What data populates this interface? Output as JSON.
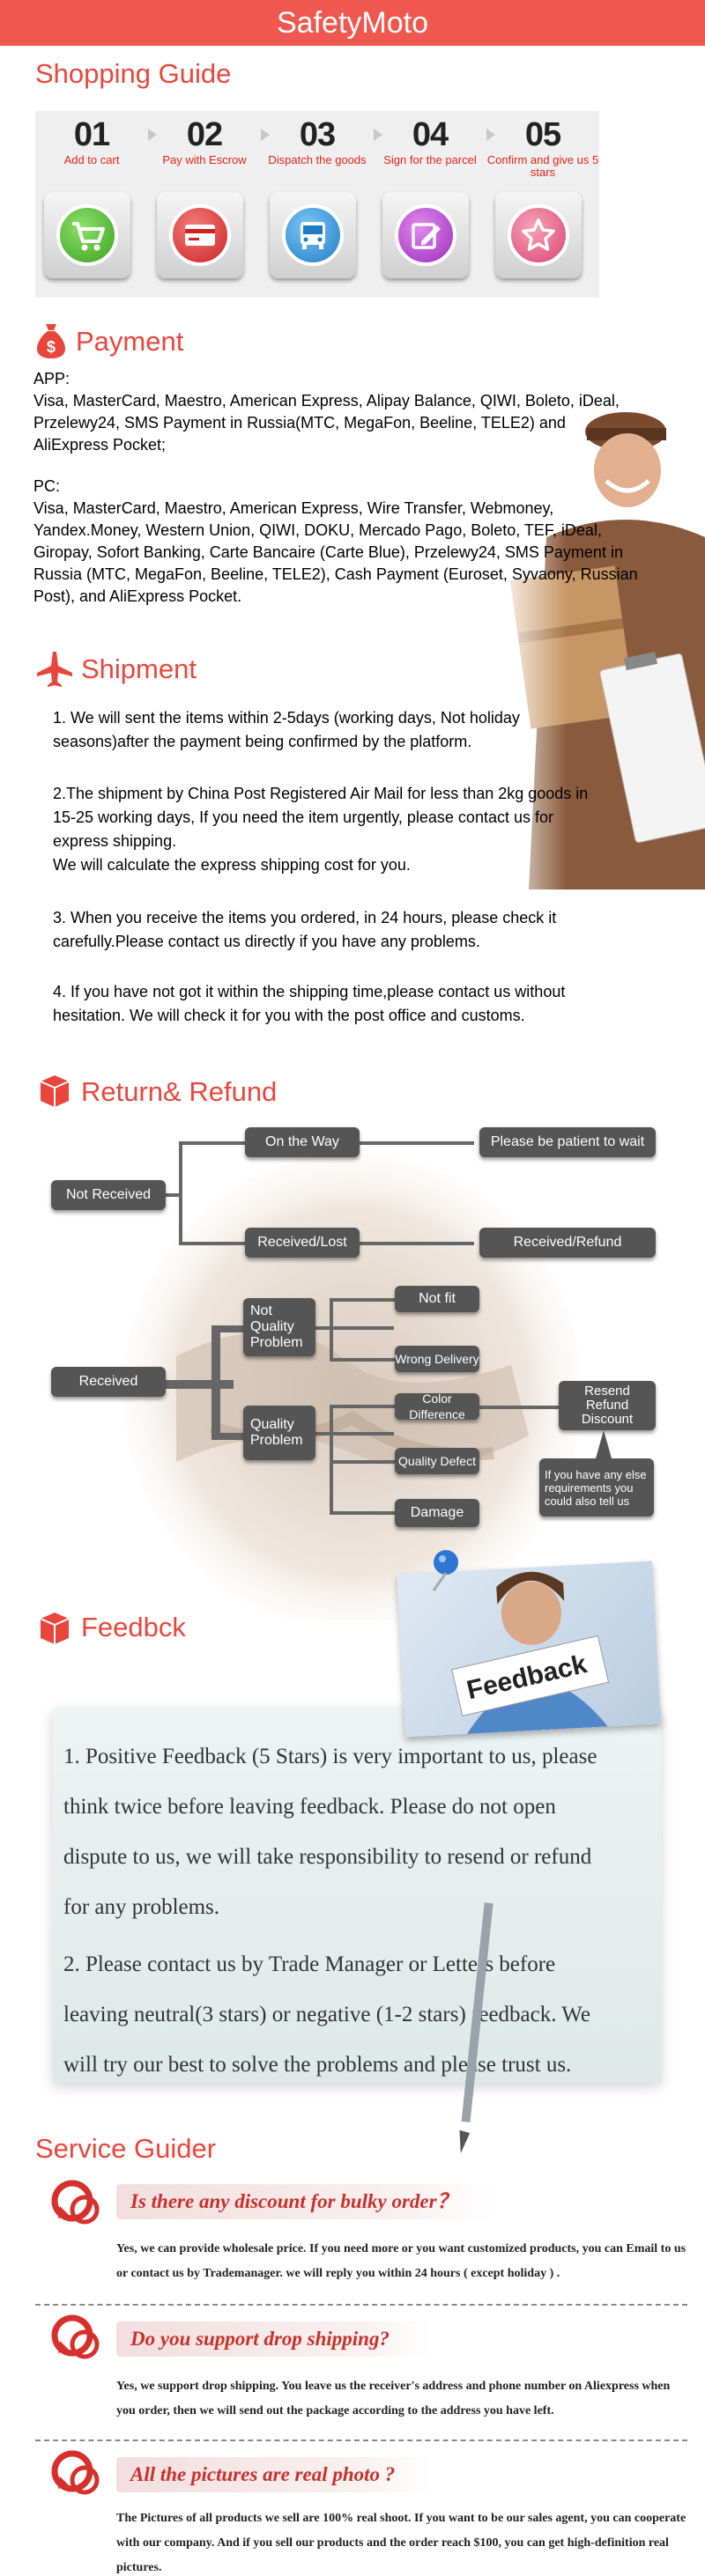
{
  "header": {
    "title": "SafetyMoto"
  },
  "shopping_guide": {
    "title": "Shopping Guide",
    "steps": [
      {
        "num": "01",
        "label": "Add to cart"
      },
      {
        "num": "02",
        "label": "Pay with Escrow"
      },
      {
        "num": "03",
        "label": "Dispatch the goods"
      },
      {
        "num": "04",
        "label": "Sign for the parcel"
      },
      {
        "num": "05",
        "label": "Confirm and give us 5 stars"
      }
    ],
    "icons": [
      "cart-icon",
      "card-icon",
      "bus-icon",
      "sign-icon",
      "star-icon"
    ],
    "colors": [
      "#5fbf3a",
      "#e84a4a",
      "#3ba3df",
      "#c44fd8",
      "#f06a8c"
    ]
  },
  "payment": {
    "title": "Payment",
    "app_label": "APP:",
    "app_text": "Visa, MasterCard, Maestro, American Express, Alipay Balance, QIWI, Boleto, iDeal, Przelewy24, SMS Payment in Russia(MTC, MegaFon, Beeline, TELE2) and AliExpress Pocket;",
    "pc_label": "PC:",
    "pc_text": "Visa, MasterCard, Maestro, American Express, Wire Transfer, Webmoney, Yandex.Money, Western Union, QIWI, DOKU, Mercado Pago, Boleto, TEF, iDeal, Giropay, Sofort Banking, Carte Bancaire (Carte Blue), Przelewy24, SMS Payment in Russia (MTC, MegaFon, Beeline, TELE2), Cash Payment (Euroset, Syvaony, Russian Post), and AliExpress Pocket."
  },
  "shipment": {
    "title": "Shipment",
    "p1": "1. We will sent the items within 2-5days (working days, Not holiday seasons)after the payment being confirmed by the platform.",
    "p2": "2.The shipment by China Post Registered Air Mail for less than  2kg goods in 15-25 working days, If  you need the item urgently, please contact us for express shipping.",
    "p2b": "We will calculate the express shipping cost for you.",
    "p3": "3. When you receive the items you ordered, in 24 hours, please check  it carefully.Please contact us directly if you have any problems.",
    "p4": "4. If you have not got it within the shipping time,please contact us without hesitation. We will check it for you with the post office and customs."
  },
  "refund": {
    "title": "Return& Refund",
    "not_received": "Not Received",
    "on_the_way": "On the Way",
    "be_patient": "Please be patient to wait",
    "received_lost": "Received/Lost",
    "received_refund": "Received/Refund",
    "received": "Received",
    "not_quality": "Not Quality Problem",
    "quality": "Quality Problem",
    "not_fit": "Not fit",
    "wrong_delivery": "Wrong Delivery",
    "color_difference": "Color Difference",
    "quality_defect": "Quality Defect",
    "damage": "Damage",
    "resend": "Resend Refund Discount",
    "else_req": "If you have any else requirements you could also tell us"
  },
  "feedback": {
    "title": "Feedbck",
    "sign": "Feedback",
    "p1": "1. Positive Feedback (5 Stars) is very important to us, please think twice before leaving feedback. Please do not open dispute to us,   we will take responsibility to resend or refund for any problems.",
    "p2": "2. Please contact us by Trade Manager or Letters before leaving neutral(3 stars) or negative (1-2 stars) feedback. We will try our best to solve the problems and please trust us."
  },
  "service": {
    "title": "Service Guider",
    "items": [
      {
        "q": "Is there any discount for bulky order？",
        "a": "Yes, we can provide wholesale price. If you need more or you want customized products, you can Email to us or contact us by Trademanager. we will reply you within 24 hours ( except holiday ) ."
      },
      {
        "q": "Do you support drop shipping?",
        "a": "Yes, we support drop shipping. You leave us the receiver's address and phone number on Aliexpress when you order, then we will send out the package according to the address you have left."
      },
      {
        "q": "All the pictures are real photo ?",
        "a": "The Pictures of all products we sell are 100% real shoot. If you want to be our sales agent, you can cooperate with our company. And if you sell our products and the order reach $100, you can get high-definition real pictures."
      }
    ]
  }
}
